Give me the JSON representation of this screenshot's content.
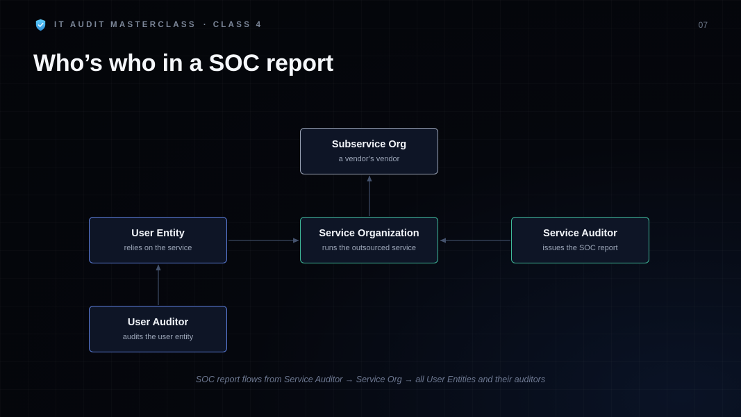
{
  "header": {
    "kicker_left": "IT AUDIT MASTERCLASS",
    "kicker_separator": "·",
    "kicker_right": "CLASS 4",
    "page_number": "07",
    "shield_icon": "shield-check-icon"
  },
  "title": "Who’s who in a SOC report",
  "diagram": {
    "nodes": {
      "subservice_org": {
        "title": "Subservice Org",
        "subtitle": "a vendor’s vendor",
        "border_color": "#9aa3b5"
      },
      "user_entity": {
        "title": "User Entity",
        "subtitle": "relies on the service",
        "border_color": "#5a7bd6"
      },
      "service_organization": {
        "title": "Service Organization",
        "subtitle": "runs the outsourced service",
        "border_color": "#3fb99a"
      },
      "service_auditor": {
        "title": "Service Auditor",
        "subtitle": "issues the SOC report",
        "border_color": "#3fb99a"
      },
      "user_auditor": {
        "title": "User Auditor",
        "subtitle": "audits the user entity",
        "border_color": "#5a7bd6"
      }
    },
    "edges": [
      {
        "from": "user_entity",
        "to": "service_organization"
      },
      {
        "from": "service_auditor",
        "to": "service_organization"
      },
      {
        "from": "service_organization",
        "to": "subservice_org"
      },
      {
        "from": "user_auditor",
        "to": "user_entity"
      }
    ],
    "edge_color": "#3a4760"
  },
  "caption": "SOC report flows from Service Auditor → Service Org → all User Entities and their auditors",
  "colors": {
    "background": "#05070d",
    "accent_blue": "#5a7bd6",
    "accent_teal": "#3fb99a",
    "shield_gradient_top": "#5fd0ff",
    "shield_gradient_bottom": "#2f8fd8"
  }
}
